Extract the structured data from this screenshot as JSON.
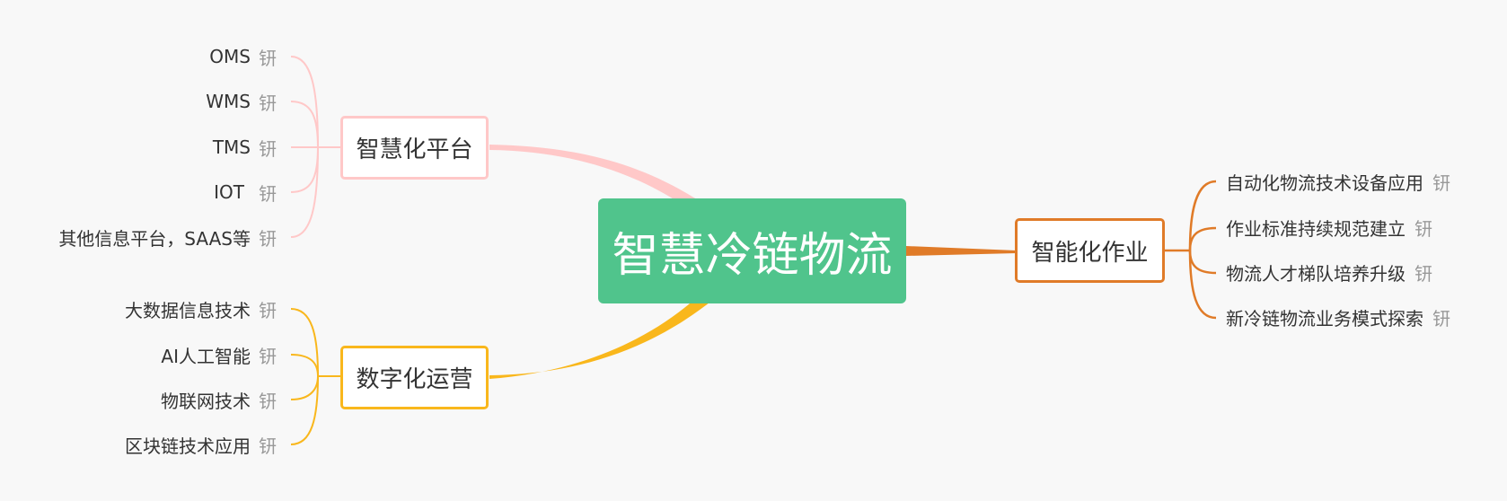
{
  "root": {
    "label": "智慧冷链物流",
    "color": "#50c48c"
  },
  "branches": {
    "platform": {
      "label": "智慧化平台",
      "color": "#ffc8c8",
      "items": [
        "OMS",
        "WMS",
        "TMS",
        "IOT",
        "其他信息平台，SAAS等"
      ]
    },
    "digital": {
      "label": "数字化运营",
      "color": "#f9b71c",
      "items": [
        "大数据信息技术",
        "AI人工智能",
        "物联网技术",
        "区块链技术应用"
      ]
    },
    "operation": {
      "label": "智能化作业",
      "color": "#e07b28",
      "items": [
        "自动化物流技术设备应用",
        "作业标准持续规范建立",
        "物流人才梯队培养升级",
        "新冷链物流业务模式探索"
      ]
    }
  },
  "item_mark": "钘"
}
